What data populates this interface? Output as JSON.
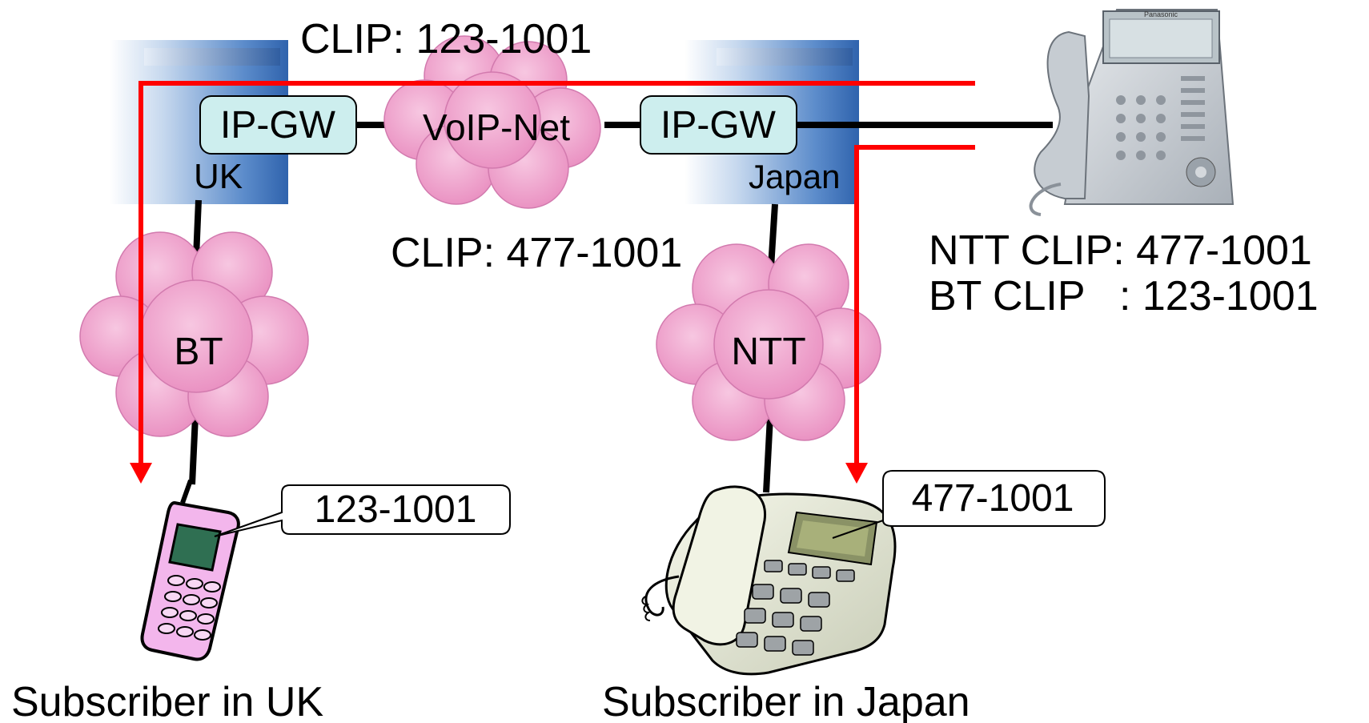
{
  "diagram": {
    "clip_top": "CLIP: 123-1001",
    "clip_mid": "CLIP: 477-1001",
    "ntt_clip": "NTT CLIP: 477-1001",
    "bt_clip": "BT CLIP   : 123-1001",
    "nodes": {
      "uk_gateway_label": "IP-GW",
      "uk_site_label": "UK",
      "voip_net_label": "VoIP-Net",
      "jp_gateway_label": "IP-GW",
      "jp_site_label": "Japan",
      "bt_label": "BT",
      "ntt_label": "NTT"
    },
    "callouts": {
      "uk_display": "123-1001",
      "jp_display": "477-1001"
    },
    "captions": {
      "uk_subscriber": "Subscriber in UK",
      "jp_subscriber": "Subscriber in Japan"
    },
    "phone_brand": "Panasonic",
    "colors": {
      "signal_path": "#ff0000",
      "cloud_fill": "#f2a6cf",
      "gateway_fill": "#cceeee",
      "site_blue": "#4f7fc1"
    },
    "icons": [
      "ip-desk-phone-icon",
      "mobile-phone-icon",
      "desk-phone-icon"
    ]
  }
}
